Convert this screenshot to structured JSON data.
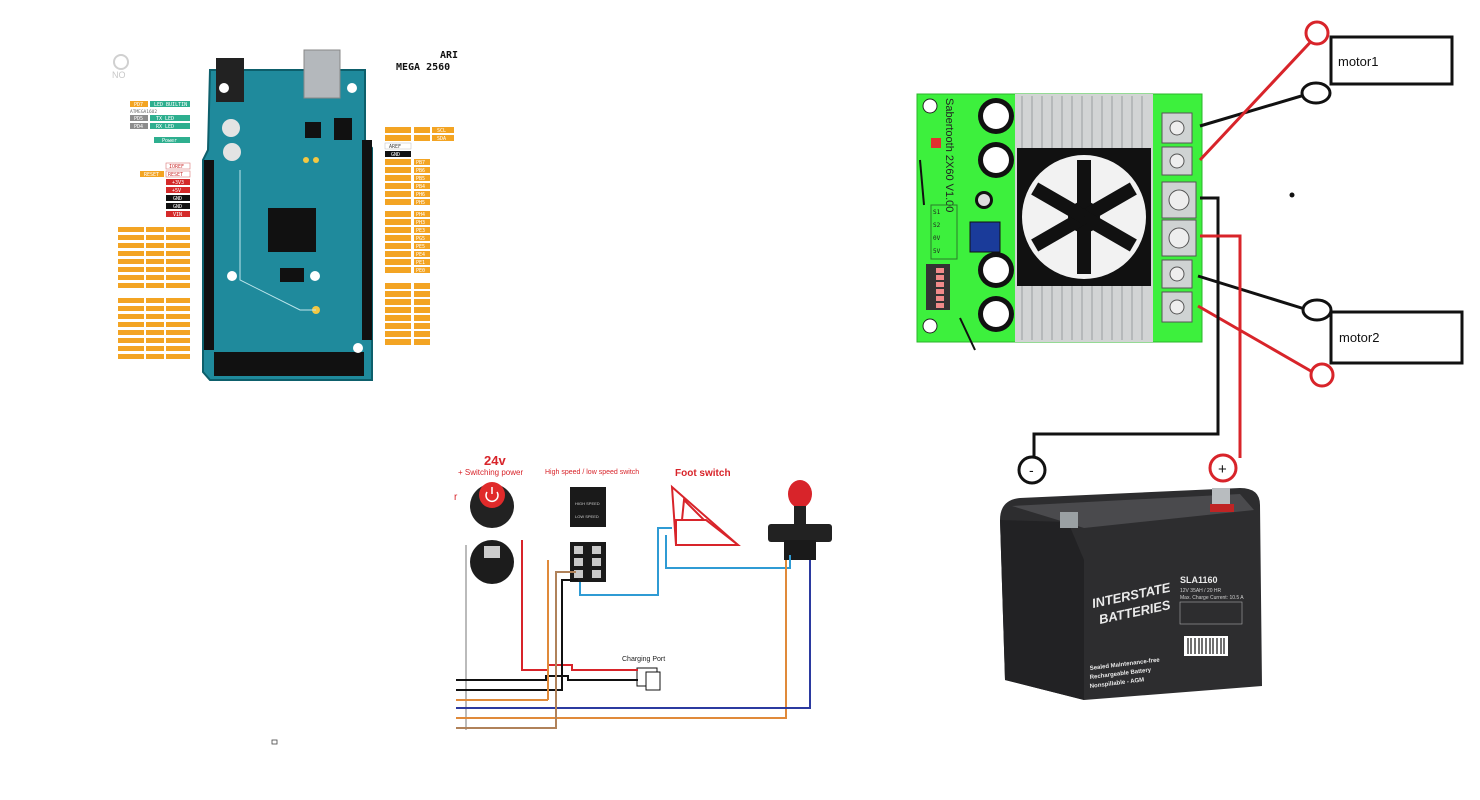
{
  "arduino": {
    "logo": "NO",
    "title_line1": "ARI",
    "title_line2": "MEGA 2560",
    "left_top_labels": [
      "PD7",
      "LED_BUILTIN",
      "ATMEGA16U2",
      "PD5",
      "TX LED",
      "PD4",
      "RX LED",
      "Power",
      "IOREF",
      "RESET",
      "RESET",
      "+3V3",
      "+5V",
      "GND",
      "GND",
      "VIN"
    ],
    "right_top_labels": [
      "SCL",
      "SDA",
      "AREF",
      "GND",
      "PB7",
      "PB6",
      "PB5",
      "PB4",
      "PH6",
      "PH5",
      "PH4",
      "PH3",
      "PE3",
      "PG5",
      "PE5",
      "PE4",
      "PE1",
      "PE0"
    ]
  },
  "saber": {
    "board_text": "Sabertooth 2X60 V1.00",
    "pin_labels": [
      "S1",
      "S2",
      "0V",
      "5V"
    ]
  },
  "motors": {
    "motor1": "motor1",
    "motor2": "motor2"
  },
  "battery": {
    "neg_symbol": "-",
    "pos_symbol": "+",
    "brand_line1": "INTERSTATE",
    "brand_line2": "BATTERIES",
    "model": "SLA1160",
    "spec": "12V 35AH / 20 HR",
    "charge": "Max. Charge Current: 10.5 A",
    "sealed_line1": "Sealed Maintenance-free",
    "sealed_line2": "Rechargeable Battery",
    "sealed_line3": "Nonspillable - AGM"
  },
  "kit": {
    "voltage": "24v",
    "switching_power": "+ Switching power",
    "speed_switch": "High speed / low speed switch",
    "foot_switch": "Foot switch",
    "charging_port": "Charging Port",
    "high_speed": "HIGH SPEED",
    "low_speed": "LOW SPEED"
  },
  "colors": {
    "arduino_board": "#1f8a9c",
    "saber_board": "#3df03d",
    "wire_red": "#d8242a",
    "wire_black": "#111111",
    "wire_blue": "#2f9bd4",
    "wire_orange": "#e08a3a",
    "wire_navy": "#2b3aa0",
    "pin_orange": "#f3a423"
  }
}
